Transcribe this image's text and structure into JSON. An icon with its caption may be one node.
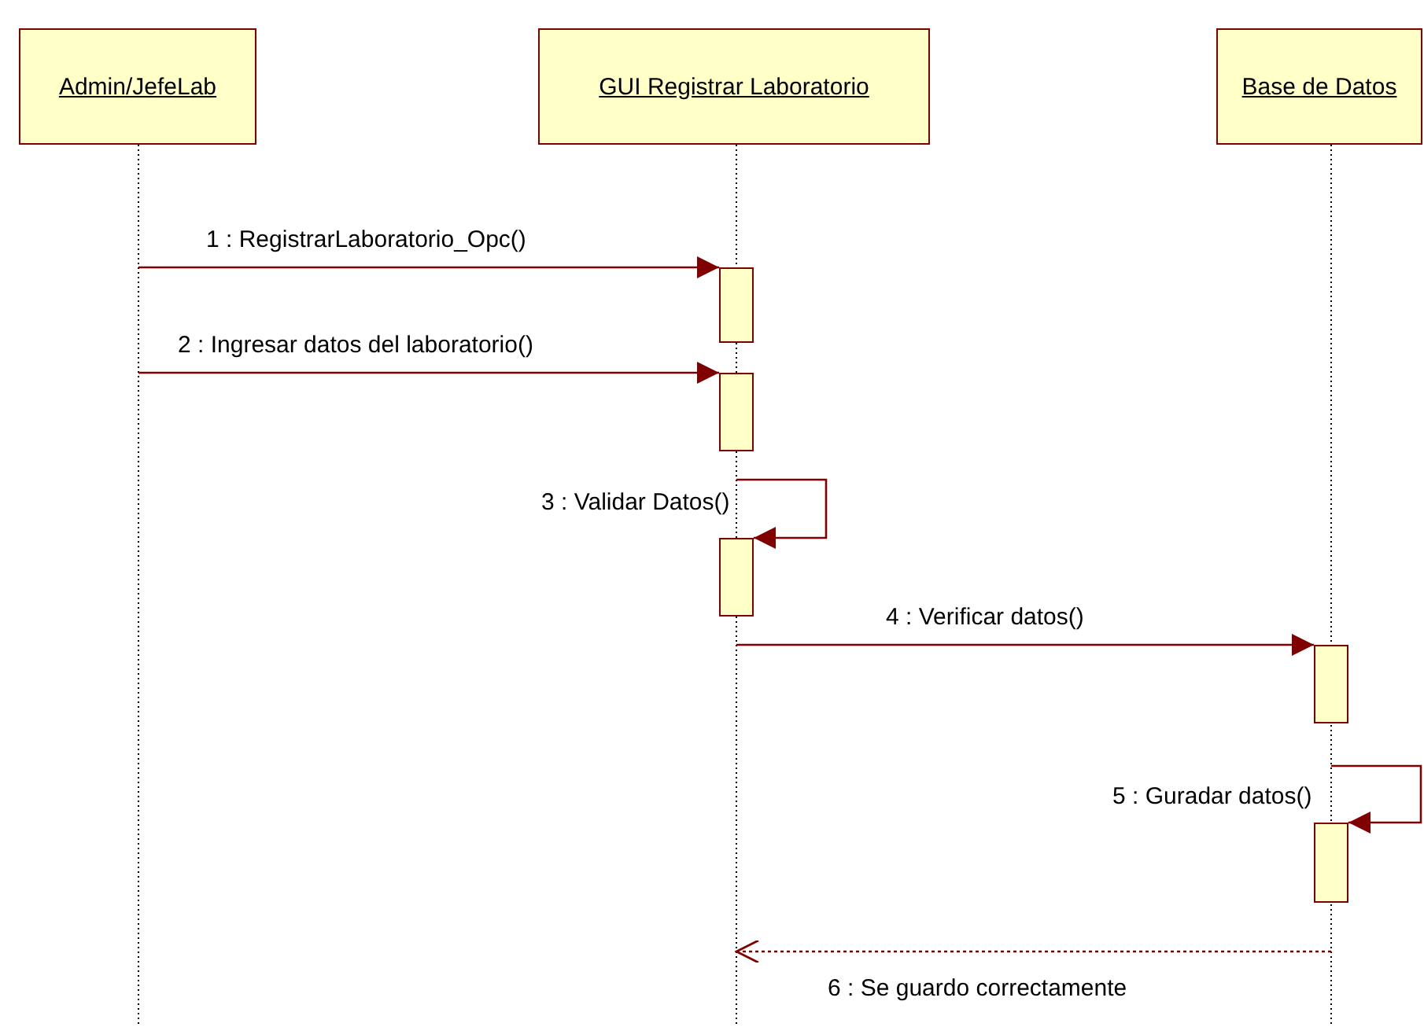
{
  "diagram": {
    "nodes": [
      {
        "text": [
          "Admin/JefeLab"
        ]
      },
      {
        "text": [
          "GUI Registrar Laboratorio"
        ]
      },
      {
        "text": [
          "Base de Datos"
        ]
      }
    ],
    "edges": [
      {
        "from": 0,
        "to": 1,
        "arrow": "to",
        "label": "1 : RegistrarLaboratorio_Opc()"
      },
      {
        "from": 0,
        "to": 1,
        "arrow": "to",
        "label": "2 : Ingresar datos del laboratorio()"
      },
      {
        "from": 1,
        "to": 1,
        "arrow": "to",
        "label": "3 : Validar Datos()"
      },
      {
        "from": 1,
        "to": 2,
        "arrow": "to",
        "label": "4 : Verificar datos()"
      },
      {
        "from": 2,
        "to": 2,
        "arrow": "to",
        "label": "5 : Guradar datos()"
      },
      {
        "from": 2,
        "to": 1,
        "arrow": "to",
        "label": "6 : Se guardo correctamente",
        "style": "dashed"
      }
    ]
  }
}
